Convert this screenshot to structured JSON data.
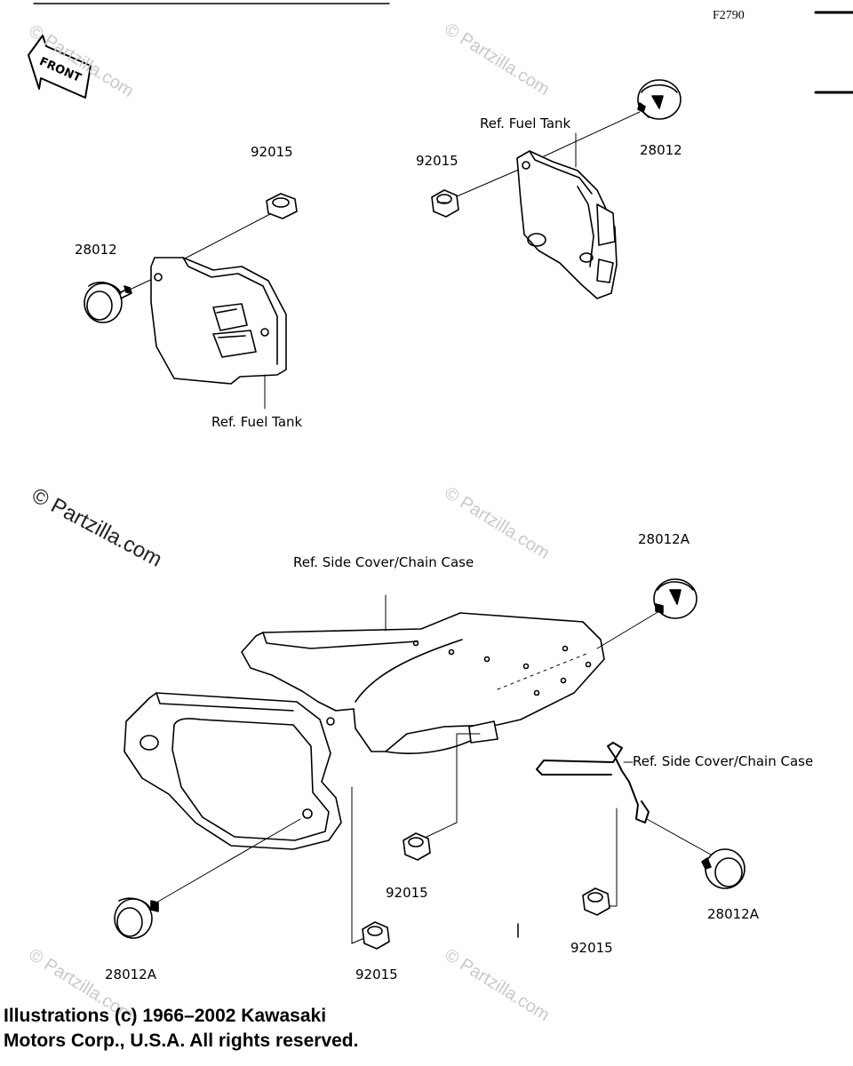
{
  "figure_code": "F2790",
  "front_label": "FRONT",
  "watermark": "© Partzilla.com",
  "copyright": {
    "line1": "Illustrations (c) 1966–2002 Kawasaki",
    "line2": "Motors Corp., U.S.A.  All rights reserved."
  },
  "callouts": {
    "left_top_nut": "92015",
    "left_top_damper": "28012",
    "left_top_ref": "Ref. Fuel Tank",
    "right_top_ref": "Ref. Fuel Tank",
    "right_top_nut": "92015",
    "right_top_damper": "28012",
    "side_cover_ref": "Ref. Side Cover/Chain Case",
    "right_upper_damper": "28012A",
    "bracket_ref": "Ref. Side Cover/Chain Case",
    "mid_nut": "92015",
    "right_lower_damper": "28012A",
    "right_lower_nut": "92015",
    "left_lower_damper": "28012A",
    "bottom_nut": "92015"
  }
}
